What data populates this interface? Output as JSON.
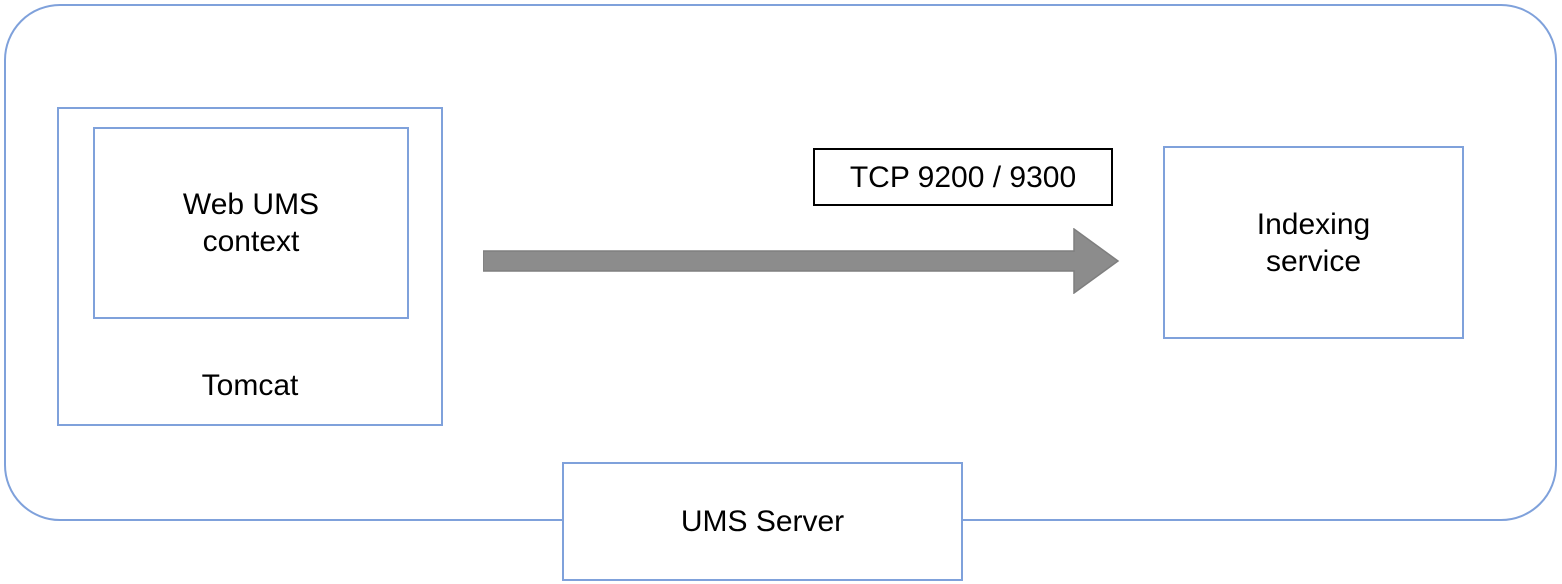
{
  "diagram": {
    "type": "architecture-diagram",
    "outer_container": {
      "label": "UMS Server",
      "border_color": "#7fa1db",
      "background": "#ffffff"
    },
    "nodes": {
      "tomcat": {
        "label": "Tomcat"
      },
      "web_ums_context": {
        "label": "Web UMS\ncontext"
      },
      "indexing_service": {
        "label": "Indexing\nservice"
      },
      "ums_server": {
        "label": "UMS Server"
      }
    },
    "connection": {
      "label": "TCP 9200 / 9300",
      "from": "Tomcat (Web UMS context)",
      "to": "Indexing service",
      "direction": "left-to-right"
    },
    "colors": {
      "node_border": "#7fa1db",
      "connection_label_border": "#000000",
      "arrow_fill": "#8c8c8c",
      "arrow_stroke": "#7f7f7f",
      "text": "#000000",
      "background": "#ffffff"
    }
  }
}
